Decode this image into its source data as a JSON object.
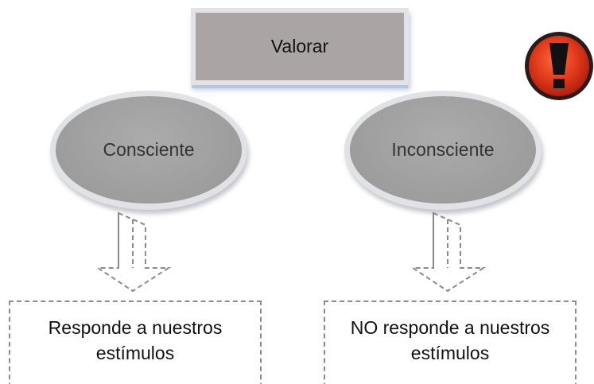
{
  "diagram": {
    "root": {
      "label": "Valorar"
    },
    "branches": [
      {
        "label": "Consciente",
        "result": "Responde a nuestros estímulos"
      },
      {
        "label": "Inconsciente",
        "result": "NO responde a nuestros estímulos"
      }
    ],
    "icon": "exclamation-warning-icon",
    "colors": {
      "box_fill": "#aaa4a5",
      "oval_fill": "#9d9d9d",
      "alert_red": "#e53d1a",
      "dash_border": "#8a8a8a"
    }
  }
}
